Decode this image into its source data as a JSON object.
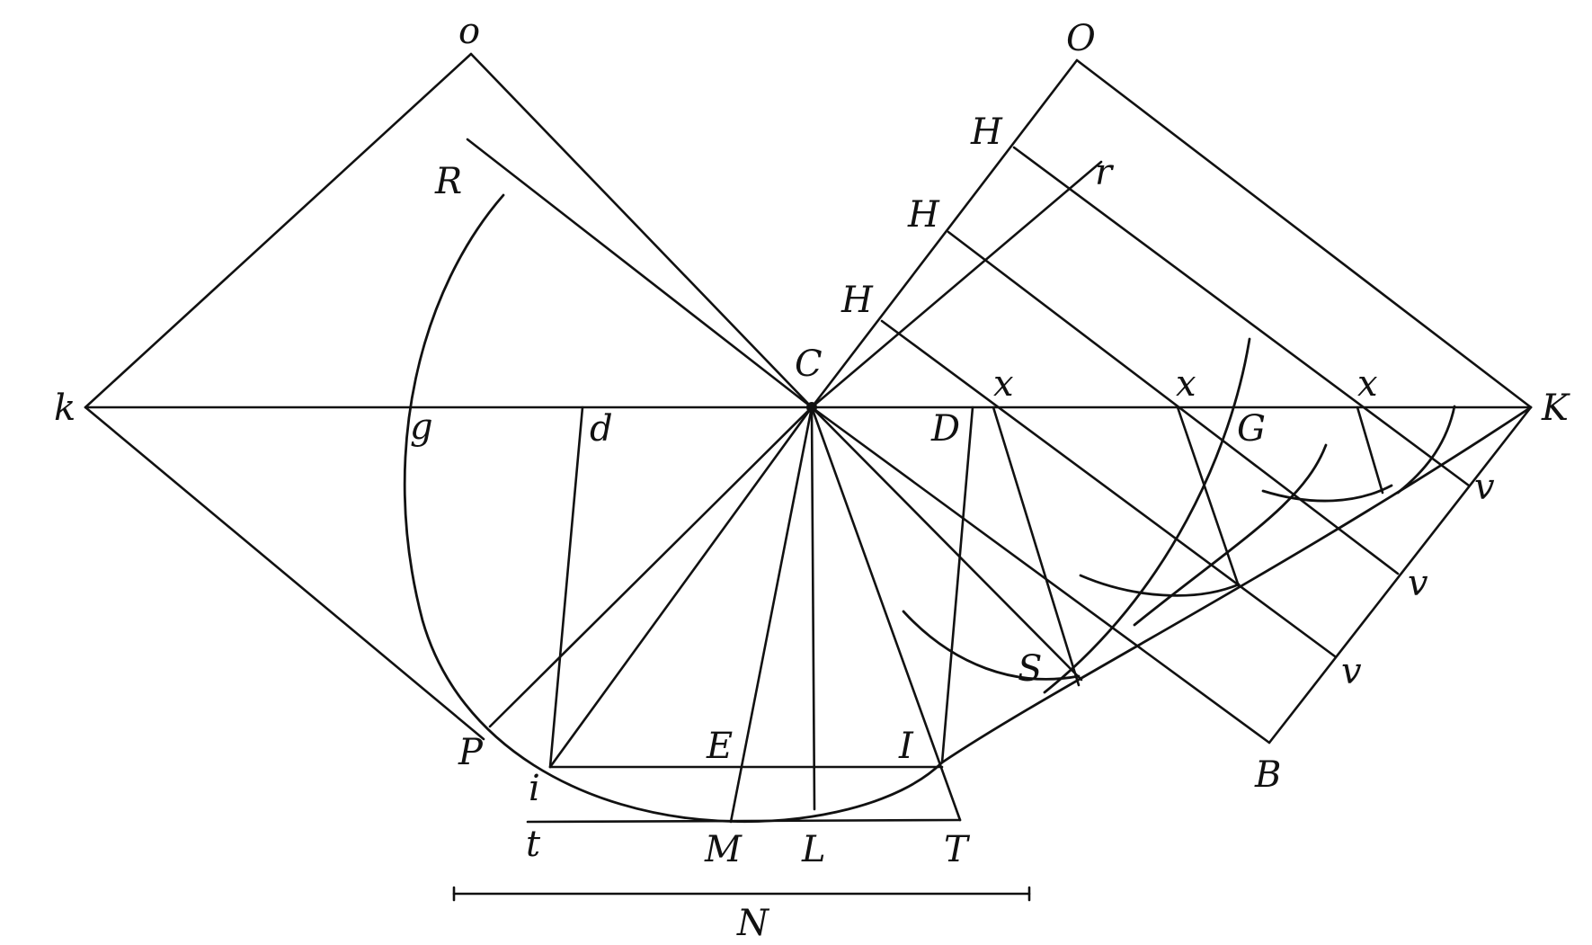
{
  "labels": {
    "o": "o",
    "O": "O",
    "R": "R",
    "r": "r",
    "H1": "H",
    "H2": "H",
    "H3": "H",
    "C": "C",
    "k": "k",
    "K": "K",
    "g": "g",
    "d": "d",
    "D": "D",
    "G": "G",
    "x1": "x",
    "x2": "x",
    "x3": "x",
    "v1": "v",
    "v2": "v",
    "v3": "v",
    "S": "S",
    "P": "P",
    "i": "i",
    "E": "E",
    "I": "I",
    "B": "B",
    "t": "t",
    "M": "M",
    "L": "L",
    "T": "T",
    "N": "N"
  }
}
